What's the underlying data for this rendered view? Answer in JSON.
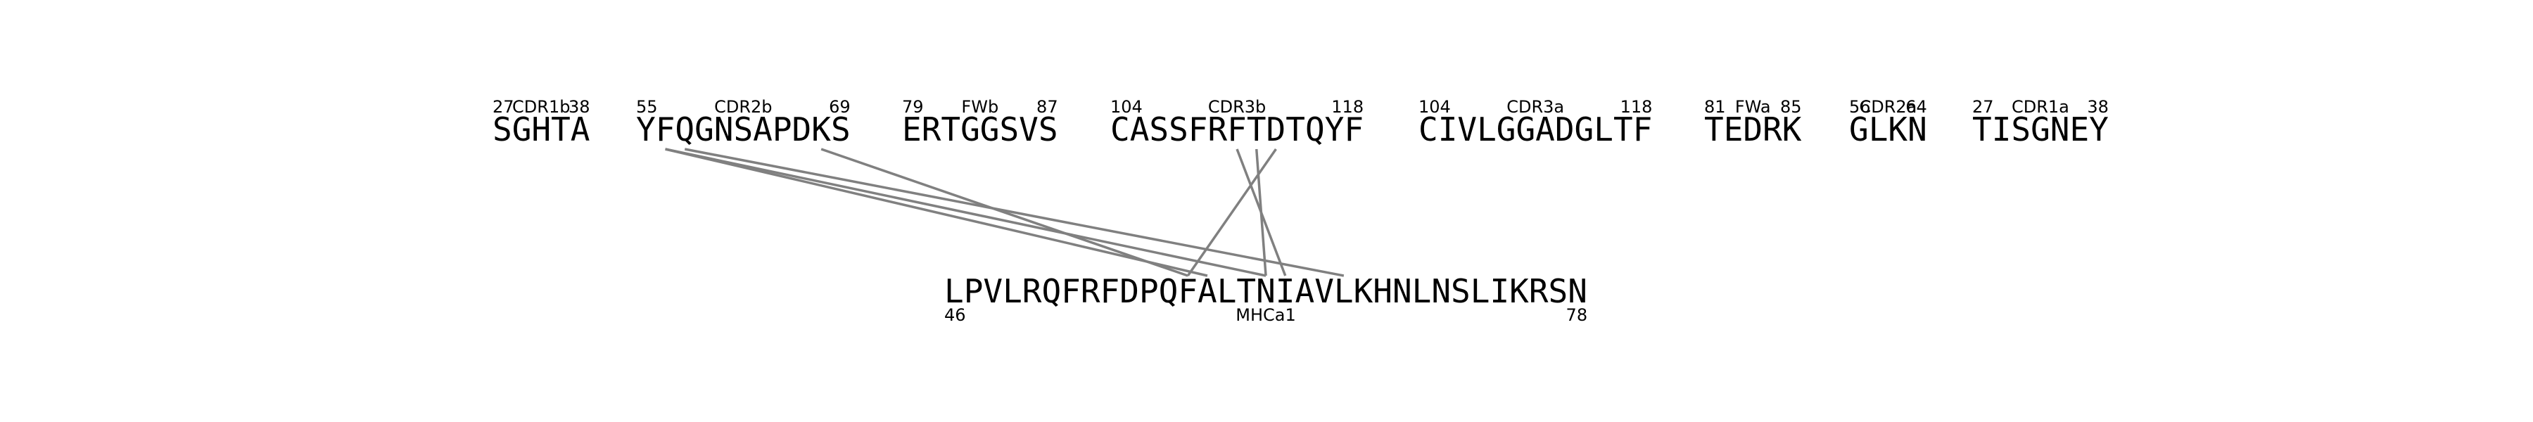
{
  "top_segments": [
    {
      "id": "cdr1b",
      "seq": "SGHTA",
      "start": "27",
      "name": "CDR1b",
      "end": "38"
    },
    {
      "id": "cdr2b",
      "seq": "YFQGNSAPDKS",
      "start": "55",
      "name": "CDR2b",
      "end": "69"
    },
    {
      "id": "fwb",
      "seq": "ERTGGSVS",
      "start": "79",
      "name": "FWb",
      "end": "87"
    },
    {
      "id": "cdr3b",
      "seq": "CASSFRFTDTQYF",
      "start": "104",
      "name": "CDR3b",
      "end": "118"
    },
    {
      "id": "cdr3a",
      "seq": "CIVLGGADGLTF",
      "start": "104",
      "name": "CDR3a",
      "end": "118"
    },
    {
      "id": "fwa",
      "seq": "TEDRK",
      "start": "81",
      "name": "FWa",
      "end": "85"
    },
    {
      "id": "cdr2a",
      "seq": "GLKN",
      "start": "56",
      "name": "CDR2a",
      "end": "64"
    },
    {
      "id": "cdr1a",
      "seq": "TISGNEY",
      "start": "27",
      "name": "CDR1a",
      "end": "38"
    }
  ],
  "bottom_segment": {
    "id": "mhca1",
    "seq": "LPVLRQFRFDPQFALTNIAVLKHNLNSLIKRSN",
    "start": "46",
    "name": "MHCa1",
    "end": "78"
  },
  "contacts": [
    {
      "top": "cdr2b",
      "top_index": 1,
      "bottom_index": 13
    },
    {
      "top": "cdr2b",
      "top_index": 1,
      "bottom_index": 16
    },
    {
      "top": "cdr2b",
      "top_index": 2,
      "bottom_index": 20
    },
    {
      "top": "cdr2b",
      "top_index": 9,
      "bottom_index": 12
    },
    {
      "top": "cdr3b",
      "top_index": 6,
      "bottom_index": 17
    },
    {
      "top": "cdr3b",
      "top_index": 7,
      "bottom_index": 16
    },
    {
      "top": "cdr3b",
      "top_index": 8,
      "bottom_index": 12
    }
  ],
  "colors": {
    "text": "#000000",
    "link": "#808080"
  }
}
